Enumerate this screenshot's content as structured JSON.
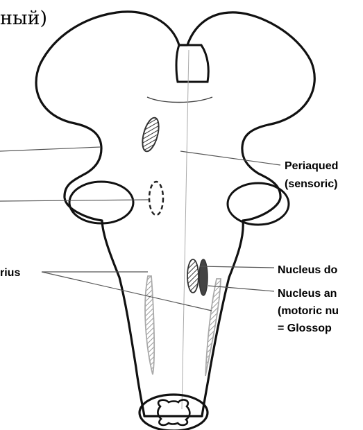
{
  "header": {
    "fragment": "ный)"
  },
  "labels": {
    "periaqueductal_line1": "Periaqued",
    "periaqueductal_line2": "(sensoric)",
    "nucleus_dorsal": "Nucleus do",
    "nucleus_ambiguus_line1": "Nucleus an",
    "nucleus_ambiguus_line2": "(motoric nu",
    "nucleus_ambiguus_line3": "= Glossop",
    "solitarius_fragment": "rius"
  }
}
